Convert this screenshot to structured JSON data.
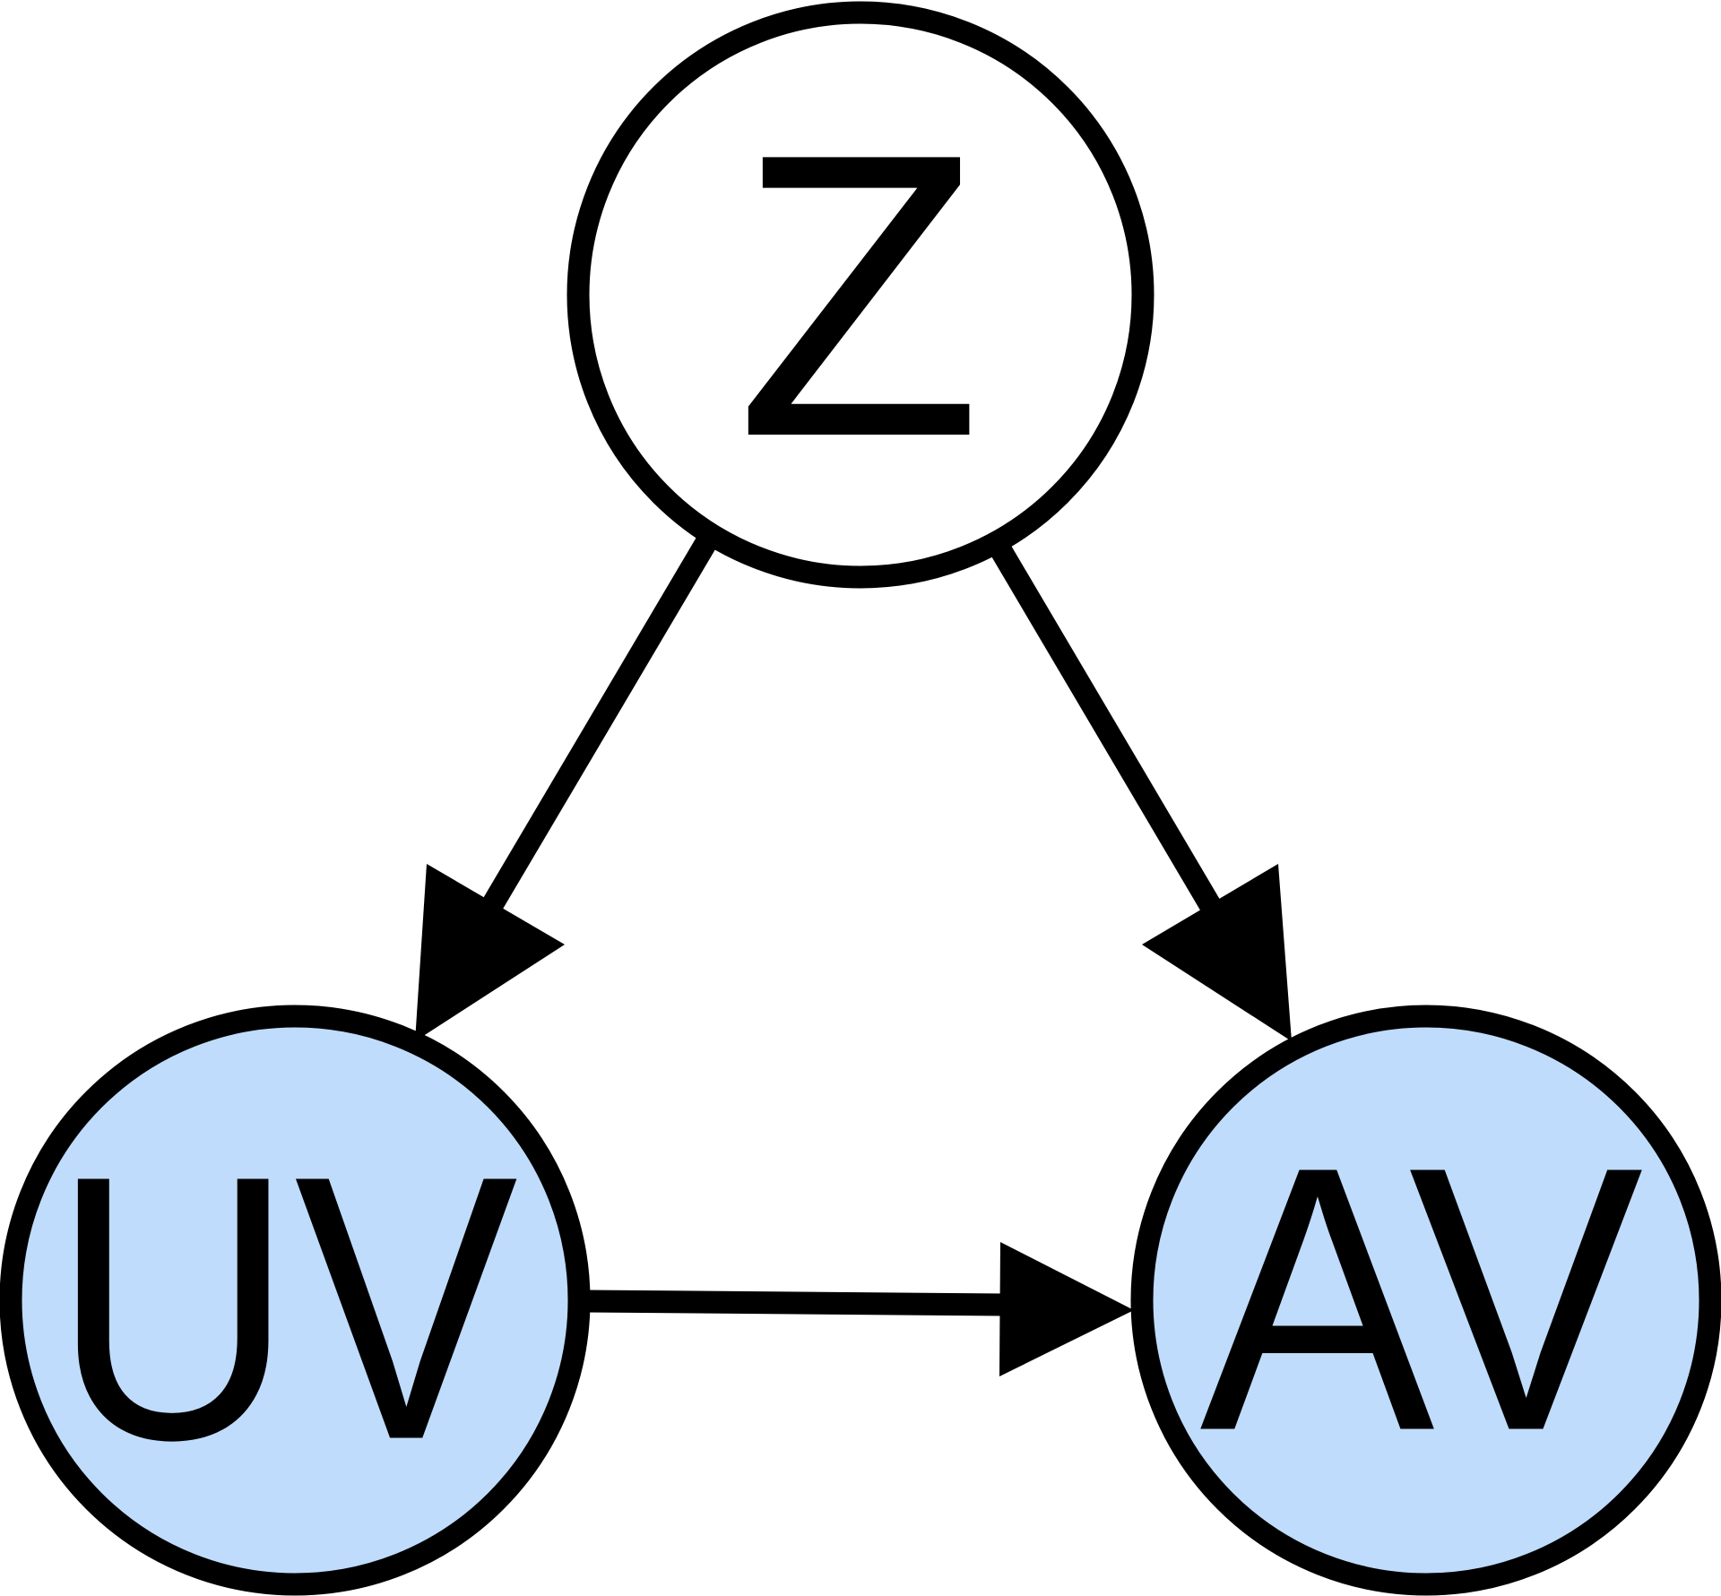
{
  "nodes": {
    "z": {
      "label": "Z",
      "fill": "#ffffff",
      "observed": false
    },
    "uv": {
      "label": "UV",
      "fill": "#c0dcfc",
      "observed": true
    },
    "av": {
      "label": "AV",
      "fill": "#c0dcfc",
      "observed": true
    }
  },
  "edges": [
    {
      "from": "Z",
      "to": "UV"
    },
    {
      "from": "Z",
      "to": "AV"
    },
    {
      "from": "UV",
      "to": "AV"
    }
  ],
  "colors": {
    "stroke": "#000000",
    "observed_fill": "#c0dcfc",
    "latent_fill": "#ffffff"
  }
}
